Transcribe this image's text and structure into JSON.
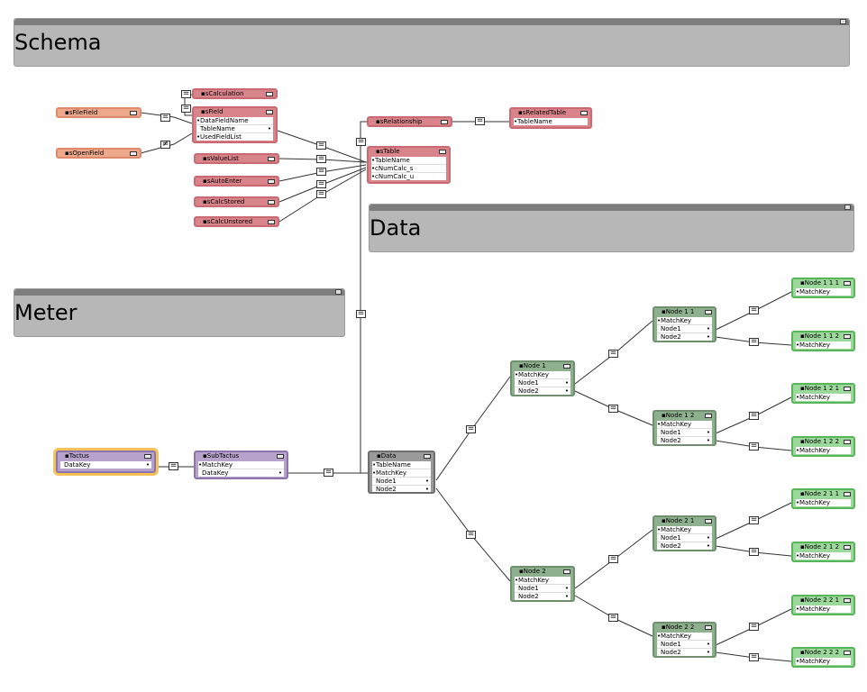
{
  "groups": {
    "schema": "Schema",
    "data": "Data",
    "meter": "Meter"
  },
  "tables": {
    "sCalculation": {
      "name": "sCalculation"
    },
    "sFileField": {
      "name": "sFileField"
    },
    "sOpenField": {
      "name": "sOpenField"
    },
    "sField": {
      "name": "sField",
      "fields": [
        "DataFieldName",
        "TableName",
        "UsedFieldList"
      ]
    },
    "sValueList": {
      "name": "sValueList"
    },
    "sAutoEnter": {
      "name": "sAutoEnter"
    },
    "sCalcStored": {
      "name": "sCalcStored"
    },
    "sCalcUnstored": {
      "name": "sCalcUnstored"
    },
    "sRelationship": {
      "name": "sRelationship"
    },
    "sRelatedTable": {
      "name": "sRelatedTable",
      "fields": [
        "TableName"
      ]
    },
    "sTable": {
      "name": "sTable",
      "fields": [
        "TableName",
        "cNumCalc_s",
        "cNumCalc_u"
      ]
    },
    "Tactus": {
      "name": "Tactus",
      "fields": [
        "DataKey"
      ]
    },
    "SubTactus": {
      "name": "SubTactus",
      "fields": [
        "MatchKey",
        "DataKey"
      ]
    },
    "Data": {
      "name": "Data",
      "fields": [
        "TableName",
        "MatchKey",
        "Node1",
        "Node2"
      ]
    },
    "Node1": {
      "name": "Node 1",
      "fields": [
        "MatchKey",
        "Node1",
        "Node2"
      ]
    },
    "Node2": {
      "name": "Node 2",
      "fields": [
        "MatchKey",
        "Node1",
        "Node2"
      ]
    },
    "Node11": {
      "name": "Node 1 1",
      "fields": [
        "MatchKey",
        "Node1",
        "Node2"
      ]
    },
    "Node12": {
      "name": "Node 1 2",
      "fields": [
        "MatchKey",
        "Node1",
        "Node2"
      ]
    },
    "Node21": {
      "name": "Node 2 1",
      "fields": [
        "MatchKey",
        "Node1",
        "Node2"
      ]
    },
    "Node22": {
      "name": "Node 2 2",
      "fields": [
        "MatchKey",
        "Node1",
        "Node2"
      ]
    },
    "Node111": {
      "name": "Node 1 1 1",
      "fields": [
        "MatchKey"
      ]
    },
    "Node112": {
      "name": "Node 1 1 2",
      "fields": [
        "MatchKey"
      ]
    },
    "Node121": {
      "name": "Node 1 2 1",
      "fields": [
        "MatchKey"
      ]
    },
    "Node122": {
      "name": "Node 1 2 2",
      "fields": [
        "MatchKey"
      ]
    },
    "Node211": {
      "name": "Node 2 1 1",
      "fields": [
        "MatchKey"
      ]
    },
    "Node212": {
      "name": "Node 2 1 2",
      "fields": [
        "MatchKey"
      ]
    },
    "Node221": {
      "name": "Node 2 2 1",
      "fields": [
        "MatchKey"
      ]
    },
    "Node222": {
      "name": "Node 2 2 2",
      "fields": [
        "MatchKey"
      ]
    }
  },
  "operators": {
    "equal": "=",
    "not_equal": "≠"
  },
  "colors": {
    "schema_table": "#d8848a",
    "file_table": "#eea88c",
    "meter_table": "#b7a2cc",
    "data_table": "#9a9a9a",
    "node_table": "#8fb08f",
    "leaf_table": "#9cd89c",
    "selection": "#f5c25a"
  }
}
